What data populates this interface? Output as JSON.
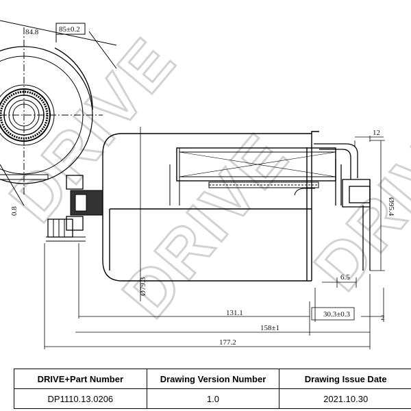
{
  "watermark": "DRIVE",
  "dimensions": {
    "d_84_8": "84.8",
    "d_85": "85±0.2",
    "d_12": "12",
    "d_95_4": "Ø95.4",
    "d_79_3": "Ø79.3",
    "d_6_5": "6.5",
    "d_131_1": "131.1",
    "d_30_3": "30.3±0.3",
    "d_2": "2",
    "d_158": "158±1",
    "d_177_2": "177.2",
    "d_0_8": "0.8"
  },
  "table": {
    "headers": [
      "DRIVE+Part Number",
      "Drawing Version Number",
      "Drawing Issue Date"
    ],
    "values": [
      "DP1110.13.0206",
      "1.0",
      "2021.10.30"
    ]
  }
}
